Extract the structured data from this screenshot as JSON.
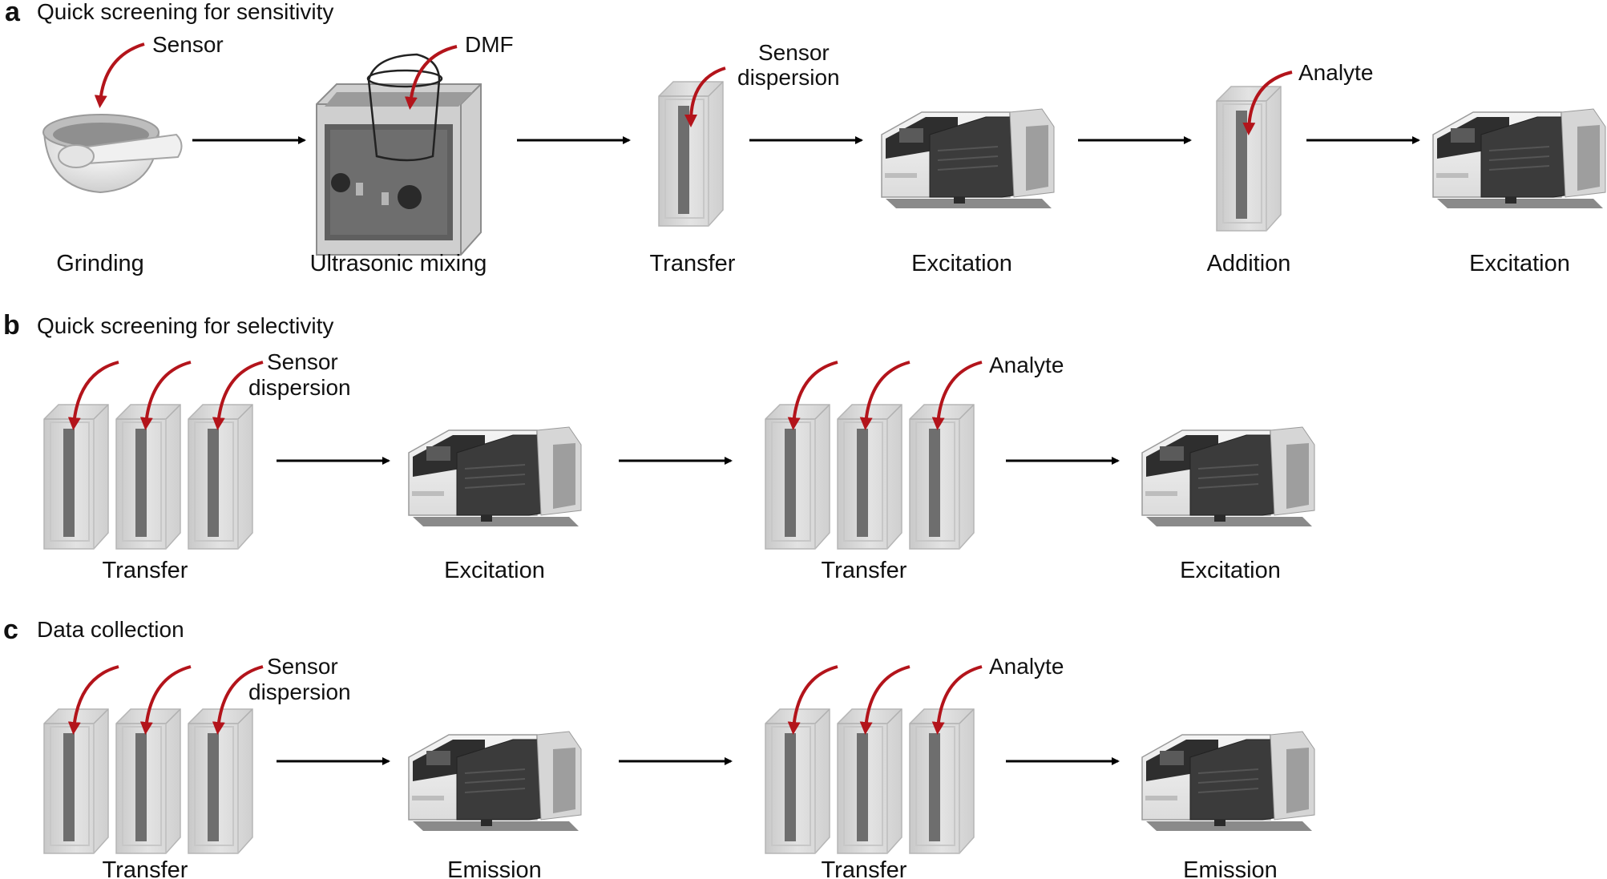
{
  "panels": {
    "a": {
      "letter": "a",
      "title": "Quick screening for sensitivity",
      "callouts": {
        "sensor": "Sensor",
        "dmf": "DMF",
        "dispersion_line1": "Sensor",
        "dispersion_line2": "dispersion",
        "analyte": "Analyte"
      },
      "steps": [
        "Grinding",
        "Ultrasonic mixing",
        "Transfer",
        "Excitation",
        "Addition",
        "Excitation"
      ]
    },
    "b": {
      "letter": "b",
      "title": "Quick screening for selectivity",
      "callouts": {
        "dispersion_line1": "Sensor",
        "dispersion_line2": "dispersion",
        "analyte": "Analyte"
      },
      "steps": [
        "Transfer",
        "Excitation",
        "Transfer",
        "Excitation"
      ]
    },
    "c": {
      "letter": "c",
      "title": "Data collection",
      "callouts": {
        "dispersion_line1": "Sensor",
        "dispersion_line2": "dispersion",
        "analyte": "Analyte"
      },
      "steps": [
        "Transfer",
        "Emission",
        "Transfer",
        "Emission"
      ]
    }
  },
  "colors": {
    "callout_arrow": "#b3141b",
    "flow_arrow": "#000000",
    "cuvette_fill": "#d4d4d4",
    "instrument_dark": "#3b3b3b"
  }
}
